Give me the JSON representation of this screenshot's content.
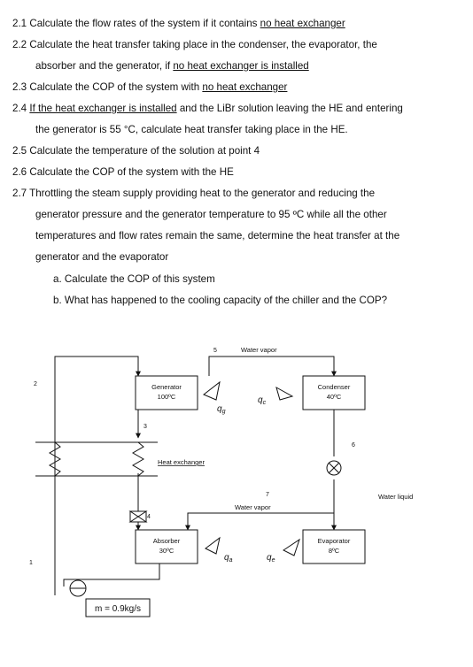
{
  "questions": {
    "q2_1": {
      "a": "2.1 Calculate the flow rates of the system if it contains ",
      "b": "no heat exchanger"
    },
    "q2_2": {
      "a": "2.2 Calculate the heat transfer taking place in the condenser, the evaporator, the"
    },
    "q2_2b": {
      "a": "absorber and the generator, if ",
      "b": "no heat exchanger is installed"
    },
    "q2_3": {
      "a": "2.3 Calculate the COP of the system with ",
      "b": "no heat exchanger"
    },
    "q2_4": {
      "a": "2.4 ",
      "b": "If the heat exchanger is installed",
      "c": " and the LiBr solution leaving the HE and entering"
    },
    "q2_4b": {
      "a": "the generator is 55 °C, calculate heat transfer taking place in the HE."
    },
    "q2_5": {
      "a": "2.5 Calculate the temperature of the solution at point 4"
    },
    "q2_6": {
      "a": "2.6 Calculate the COP of the system with the HE"
    },
    "q2_7": {
      "a": "2.7 Throttling the steam supply providing heat to the generator and reducing the"
    },
    "q2_7b": {
      "a": "generator pressure and the generator temperature to 95 ºC while all the other"
    },
    "q2_7c": {
      "a": "temperatures and flow rates  remain the same, determine the heat transfer at the"
    },
    "q2_7d": {
      "a": "generator and the evaporator"
    },
    "q2_7a": {
      "a": "a.  Calculate the COP of this system"
    },
    "q2_7bb": {
      "a": "b.  What has happened to the cooling capacity of the chiller and the COP?"
    }
  },
  "diagram": {
    "generator": {
      "name": "Generator",
      "temp": "100ºC"
    },
    "condenser": {
      "name": "Condenser",
      "temp": "40ºC"
    },
    "absorber": {
      "name": "Absorber",
      "temp": "30ºC"
    },
    "evaporator": {
      "name": "Evaporator",
      "temp": "8ºC"
    },
    "heat_exchanger": "Heat exchanger",
    "water_vapor_top": "Water vapor",
    "water_vapor_mid": "Water vapor",
    "water_liquid": "Water liquid",
    "q_g": "q",
    "q_g_sub": "g",
    "q_c": "q",
    "q_c_sub": "c",
    "q_a": "q",
    "q_a_sub": "a",
    "q_e": "q",
    "q_e_sub": "e",
    "points": {
      "p1": "1",
      "p2": "2",
      "p3": "3",
      "p4": "4",
      "p5": "5",
      "p6": "6",
      "p7": "7"
    },
    "mass_flow": "m = 0.9kg/s"
  }
}
